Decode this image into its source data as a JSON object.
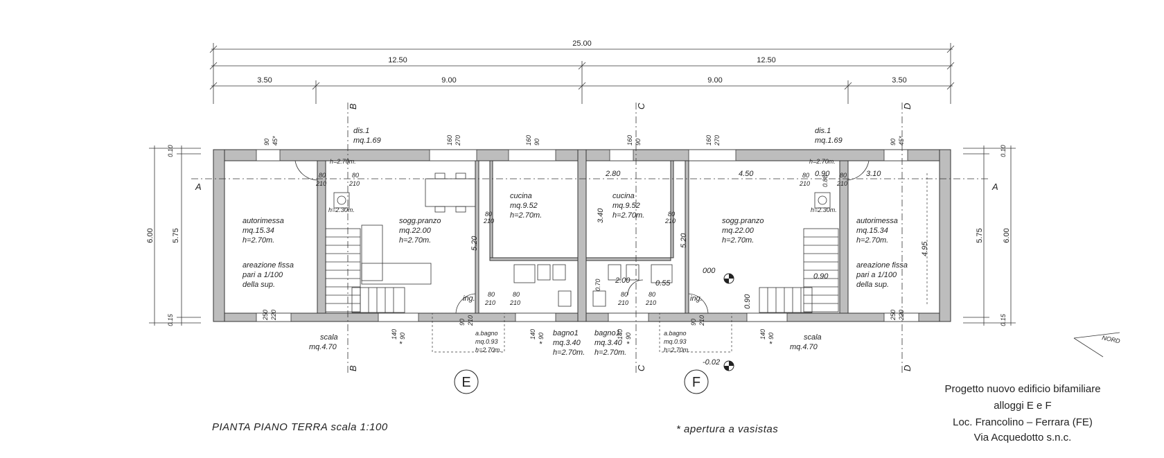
{
  "overall_dims": {
    "total": "25.00",
    "half_left": "12.50",
    "half_right": "12.50",
    "seg_a": "3.50",
    "seg_b": "9.00",
    "seg_c": "9.00",
    "seg_d": "3.50"
  },
  "side_dims": {
    "total": "6.00",
    "inner": "5.75",
    "top": "0.10",
    "bottom": "0.15"
  },
  "section_marks": {
    "A": "A",
    "B": "B",
    "C": "C",
    "D": "D"
  },
  "unit_labels": {
    "E": "E",
    "F": "F"
  },
  "rooms": {
    "garage_left": {
      "name": "autorimessa",
      "area": "mq.15.34",
      "height": "h=2.70m."
    },
    "vent_left": {
      "line1": "areazione fissa",
      "line2": "pari a 1/100",
      "line3": "della sup."
    },
    "living_left": {
      "name": "sogg.pranzo",
      "area": "mq.22.00",
      "height": "h=2.70m."
    },
    "kitchen_left": {
      "name": "cucina",
      "area": "mq.9.52",
      "height": "h=2.70m."
    },
    "dis_left": {
      "name": "dis.1",
      "area": "mq.1.69"
    },
    "stair_left": {
      "name": "scala",
      "area": "mq.4.70"
    },
    "abath_left": {
      "name": "a.bagno",
      "area": "mq.0.93",
      "height": "h=2.70m."
    },
    "bath_left": {
      "name": "bagno1",
      "area": "mq.3.40",
      "height": "h=2.70m."
    },
    "bath_right": {
      "name": "bagno1",
      "area": "mq.3.40",
      "height": "h=2.70m."
    },
    "abath_right": {
      "name": "a.bagno",
      "area": "mq.0.93",
      "height": "h=2.70m."
    },
    "kitchen_right": {
      "name": "cucina",
      "area": "mq.9.52",
      "height": "h=2.70m."
    },
    "living_right": {
      "name": "sogg.pranzo",
      "area": "mq.22.00",
      "height": "h=2.70m."
    },
    "dis_right": {
      "name": "dis.1",
      "area": "mq.1.69"
    },
    "garage_right": {
      "name": "autorimessa",
      "area": "mq.15.34",
      "height": "h=2.70m."
    },
    "vent_right": {
      "line1": "areazione fissa",
      "line2": "pari a 1/100",
      "line3": "della sup."
    },
    "stair_right": {
      "name": "scala",
      "area": "mq.4.70"
    }
  },
  "inner_dims": {
    "d280": "2.80",
    "d450": "4.50",
    "d310": "3.10",
    "d340": "3.40",
    "d520a": "5.20",
    "d520b": "5.20",
    "d495": "4.95",
    "d200": "2.00",
    "d055": "0.55",
    "d090a": "0.90",
    "d090b": "0.90",
    "d090c": "0.90",
    "d088": "0.88",
    "d070": "0.70"
  },
  "door_labels": {
    "d80": "80",
    "d210": "210",
    "ing": "ing.",
    "d90": "90",
    "d140": "140",
    "d160": "160",
    "d270": "270",
    "d250": "250",
    "d220": "220",
    "w90": "90",
    "w45": "45*"
  },
  "levels": {
    "zero": "000",
    "minus": "-0.02"
  },
  "misc": {
    "h270": "h=2.70m.",
    "h230": "h=2.30m.",
    "north": "NORD",
    "star": "*"
  },
  "footer": {
    "plan_title": "PIANTA PIANO TERRA scala 1:100",
    "note": "* apertura a vasistas"
  },
  "project": {
    "line1": "Progetto nuovo edificio bifamiliare",
    "line2": "alloggi E e F",
    "line3": "Loc. Francolino – Ferrara (FE)",
    "line4": "Via Acquedotto s.n.c."
  }
}
